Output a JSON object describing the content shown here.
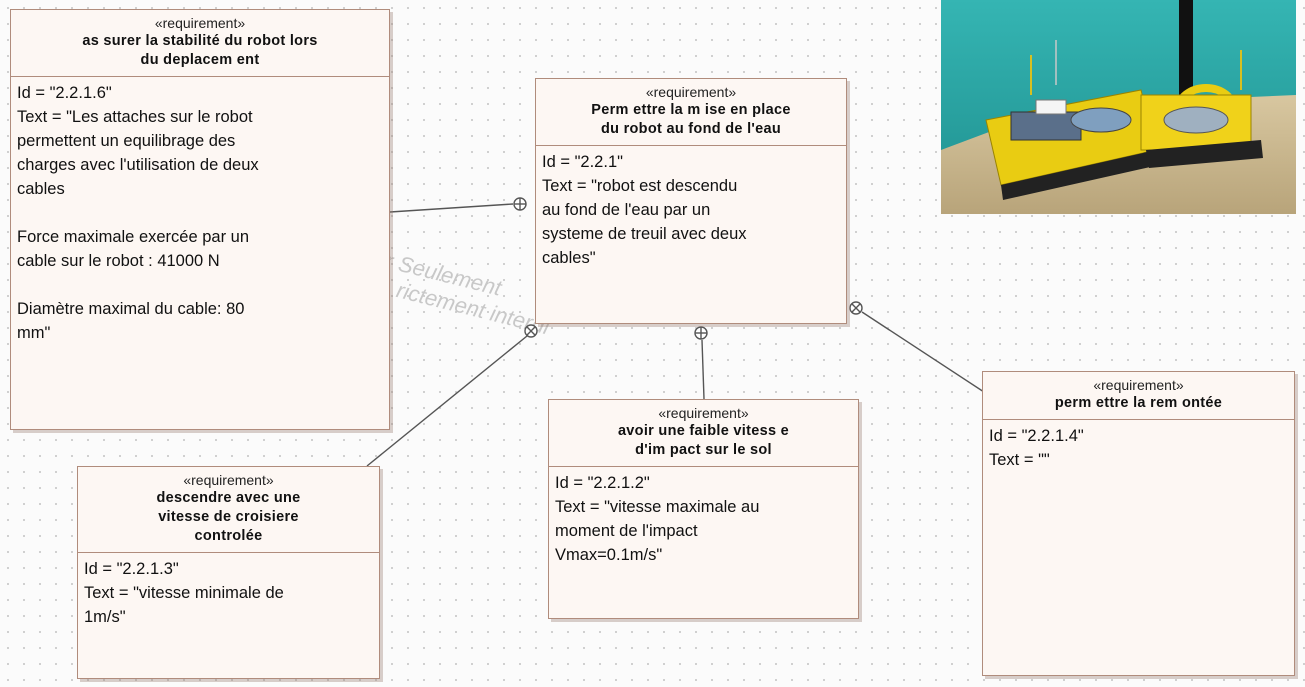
{
  "watermark": {
    "line1": "r Seulement",
    "line2": "rictement interdi"
  },
  "requirements": [
    {
      "id": "req-stabilite",
      "stereotype": "«requirement»",
      "name_lines": [
        "as surer la stabilité du robot lors",
        "du deplacem ent"
      ],
      "body_lines": [
        "Id = \"2.2.1.6\"",
        "Text = \"Les attaches sur le robot",
        "permettent un equilibrage des",
        "charges avec l'utilisation de deux",
        "cables",
        "Force maximale exercée par un",
        "cable sur le robot : 41000 N",
        "Diamètre maximal du cable: 80",
        "mm\""
      ]
    },
    {
      "id": "req-mise-en-place",
      "stereotype": "«requirement»",
      "name_lines": [
        "Perm ettre la m ise en place",
        "du robot au fond de l'eau"
      ],
      "body_lines": [
        "Id = \"2.2.1\"",
        "Text = \"robot est descendu",
        "au fond de l'eau par un",
        "systeme de treuil avec deux",
        "cables\""
      ]
    },
    {
      "id": "req-descendre",
      "stereotype": "«requirement»",
      "name_lines": [
        "descendre avec une",
        "vitesse de croisiere",
        "controlée"
      ],
      "body_lines": [
        "Id = \"2.2.1.3\"",
        "Text = \"vitesse minimale de",
        "1m/s\""
      ]
    },
    {
      "id": "req-faible-vitesse",
      "stereotype": "«requirement»",
      "name_lines": [
        "avoir une faible vitess e",
        "d'im pact sur le sol"
      ],
      "body_lines": [
        "Id = \"2.2.1.2\"",
        "Text = \"vitesse maximale au",
        "moment de l'impact",
        "Vmax=0.1m/s\""
      ]
    },
    {
      "id": "req-remontee",
      "stereotype": "«requirement»",
      "name_lines": [
        "perm ettre la rem ontée"
      ],
      "body_lines": [
        "Id = \"2.2.1.4\"",
        "Text = \"\""
      ]
    }
  ],
  "image": {
    "description_icon": "robot-illustration"
  },
  "colors": {
    "box_fill": "#fdf7f3",
    "box_border": "#b08c7c",
    "link": "#555555",
    "water": "#2fa6a4",
    "robot": "#f2d21a"
  }
}
